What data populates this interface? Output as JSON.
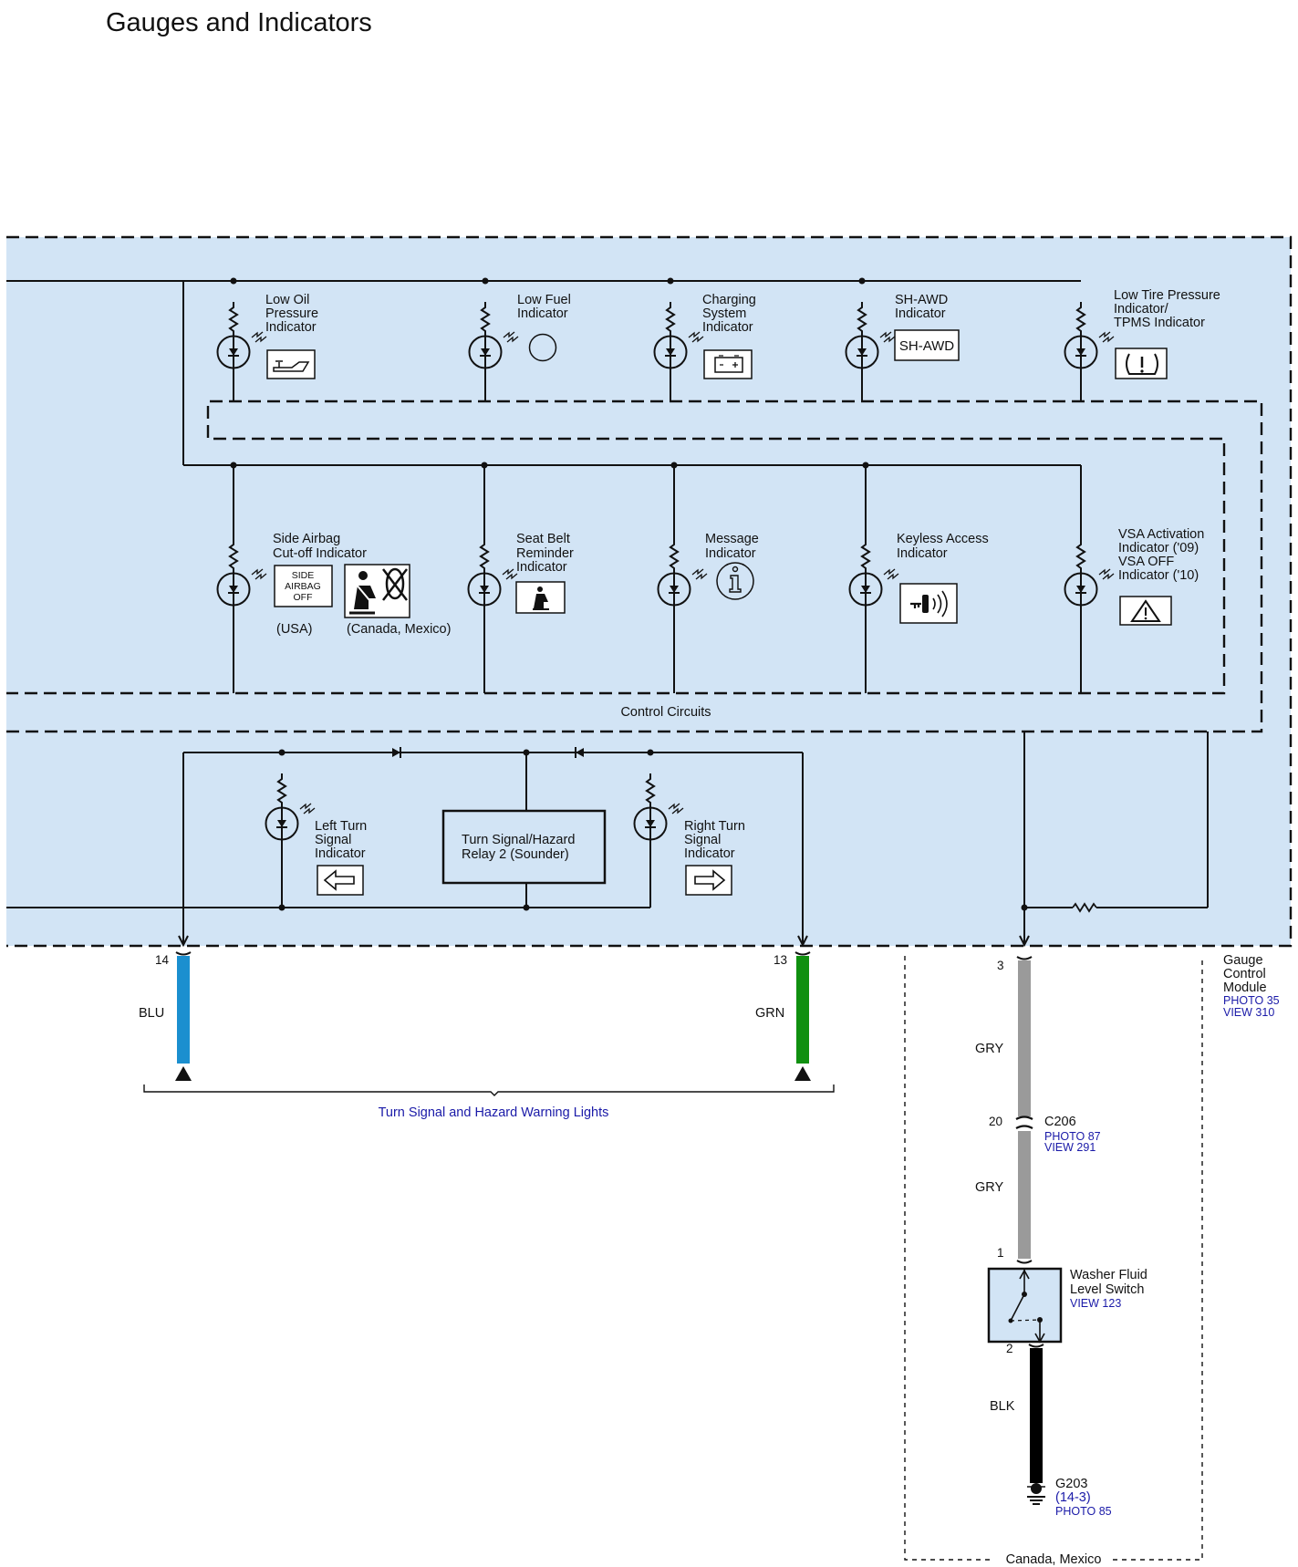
{
  "title": "Gauges and Indicators",
  "indicators_top": [
    {
      "label": [
        "Low Oil",
        "Pressure",
        "Indicator"
      ],
      "icon": "oil-can-icon"
    },
    {
      "label": [
        "Low Fuel",
        "Indicator"
      ],
      "icon": "circle-icon"
    },
    {
      "label": [
        "Charging",
        "System",
        "Indicator"
      ],
      "icon": "battery-icon"
    },
    {
      "label": [
        "SH-AWD",
        "Indicator"
      ],
      "icon_text": "SH-AWD"
    },
    {
      "label": [
        "Low Tire Pressure",
        "Indicator/",
        "TPMS Indicator"
      ],
      "icon": "tpms-icon"
    }
  ],
  "indicators_mid": [
    {
      "label": [
        "Side Airbag",
        "Cut-off Indicator"
      ],
      "icon_text": [
        "SIDE",
        "AIRBAG",
        "OFF"
      ],
      "variants": [
        "(USA)",
        "(Canada, Mexico)"
      ]
    },
    {
      "label": [
        "Seat Belt",
        "Reminder",
        "Indicator"
      ],
      "icon": "seatbelt-icon"
    },
    {
      "label": [
        "Message",
        "Indicator"
      ],
      "icon": "info-icon"
    },
    {
      "label": [
        "Keyless Access",
        "Indicator"
      ],
      "icon": "key-icon"
    },
    {
      "label": [
        "VSA Activation",
        "Indicator ('09)",
        "VSA OFF",
        "Indicator ('10)"
      ],
      "icon": "warning-triangle-icon"
    }
  ],
  "control_circuits": "Control Circuits",
  "relay": [
    "Turn Signal/Hazard",
    "Relay 2 (Sounder)"
  ],
  "left_turn": [
    "Left Turn",
    "Signal",
    "Indicator"
  ],
  "right_turn": [
    "Right Turn",
    "Signal",
    "Indicator"
  ],
  "gauge_module": {
    "label": [
      "Gauge",
      "Control",
      "Module"
    ],
    "photo": "PHOTO 35",
    "view": "VIEW 310"
  },
  "pins": {
    "p14": "14",
    "p13": "13",
    "p3": "3",
    "p20": "20",
    "p1": "1",
    "p2": "2"
  },
  "wires": {
    "blu": "BLU",
    "grn": "GRN",
    "gry1": "GRY",
    "gry2": "GRY",
    "blk": "BLK"
  },
  "wire_colors": {
    "blu": "#1b8fcf",
    "grn": "#109010",
    "gry": "#9a9a9a",
    "blk": "#000000",
    "module_fill": "#d2e4f5"
  },
  "turn_signal_ref": "Turn Signal and Hazard Warning Lights",
  "c206": {
    "name": "C206",
    "photo": "PHOTO 87",
    "view": "VIEW 291"
  },
  "washer": {
    "label": [
      "Washer Fluid",
      "Level Switch"
    ],
    "view": "VIEW 123"
  },
  "g203": {
    "name": "G203",
    "ref": "(14-3)",
    "photo": "PHOTO 85"
  },
  "region": "Canada, Mexico"
}
